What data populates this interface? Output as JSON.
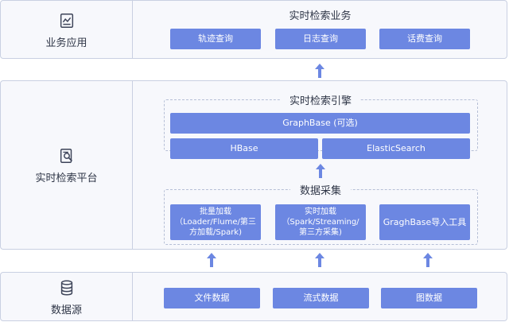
{
  "business_layer": {
    "side_label": "业务应用",
    "side_icon": "chart-document-icon",
    "title": "实时检索业务",
    "boxes": [
      "轨迹查询",
      "日志查询",
      "话费查询"
    ]
  },
  "platform_layer": {
    "side_label": "实时检索平台",
    "side_icon": "search-document-icon",
    "engine_title": "实时检索引擎",
    "graphbase": "GraphBase (可选)",
    "hbase": "HBase",
    "elasticsearch": "ElasticSearch",
    "collect_title": "数据采集",
    "collect_boxes": [
      "批量加载（Loader/Flume/第三方加载/Spark)",
      "实时加载（Spark/Streaming/第三方采集)",
      "GraghBase导入工具"
    ]
  },
  "source_layer": {
    "side_label": "数据源",
    "side_icon": "database-icon",
    "boxes": [
      "文件数据",
      "流式数据",
      "图数据"
    ]
  },
  "colors": {
    "box": "#6c87e2",
    "arrow": "#6c87e2",
    "border": "#c9d0e2",
    "panel": "#f7f8fc"
  }
}
